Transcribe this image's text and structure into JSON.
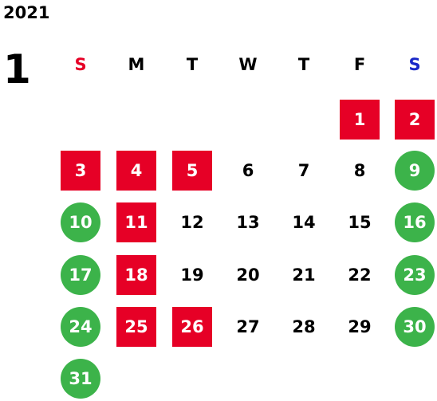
{
  "calendar": {
    "year": "2021",
    "month": "1",
    "weekdays": [
      {
        "label": "S",
        "color": "#e60026"
      },
      {
        "label": "M",
        "color": "#000000"
      },
      {
        "label": "T",
        "color": "#000000"
      },
      {
        "label": "W",
        "color": "#000000"
      },
      {
        "label": "T",
        "color": "#000000"
      },
      {
        "label": "F",
        "color": "#000000"
      },
      {
        "label": "S",
        "color": "#1a28c8"
      }
    ],
    "first_weekday_index": 5,
    "days": [
      {
        "label": "1",
        "highlight": "red"
      },
      {
        "label": "2",
        "highlight": "red"
      },
      {
        "label": "3",
        "highlight": "red"
      },
      {
        "label": "4",
        "highlight": "red"
      },
      {
        "label": "5",
        "highlight": "red"
      },
      {
        "label": "6",
        "highlight": "none"
      },
      {
        "label": "7",
        "highlight": "none"
      },
      {
        "label": "8",
        "highlight": "none"
      },
      {
        "label": "9",
        "highlight": "green"
      },
      {
        "label": "10",
        "highlight": "green"
      },
      {
        "label": "11",
        "highlight": "red"
      },
      {
        "label": "12",
        "highlight": "none"
      },
      {
        "label": "13",
        "highlight": "none"
      },
      {
        "label": "14",
        "highlight": "none"
      },
      {
        "label": "15",
        "highlight": "none"
      },
      {
        "label": "16",
        "highlight": "green"
      },
      {
        "label": "17",
        "highlight": "green"
      },
      {
        "label": "18",
        "highlight": "red"
      },
      {
        "label": "19",
        "highlight": "none"
      },
      {
        "label": "20",
        "highlight": "none"
      },
      {
        "label": "21",
        "highlight": "none"
      },
      {
        "label": "22",
        "highlight": "none"
      },
      {
        "label": "23",
        "highlight": "green"
      },
      {
        "label": "24",
        "highlight": "green"
      },
      {
        "label": "25",
        "highlight": "red"
      },
      {
        "label": "26",
        "highlight": "red"
      },
      {
        "label": "27",
        "highlight": "none"
      },
      {
        "label": "28",
        "highlight": "none"
      },
      {
        "label": "29",
        "highlight": "none"
      },
      {
        "label": "30",
        "highlight": "green"
      },
      {
        "label": "31",
        "highlight": "green"
      }
    ]
  },
  "colors": {
    "red_highlight": "#e60026",
    "green_highlight": "#3cb34a"
  }
}
